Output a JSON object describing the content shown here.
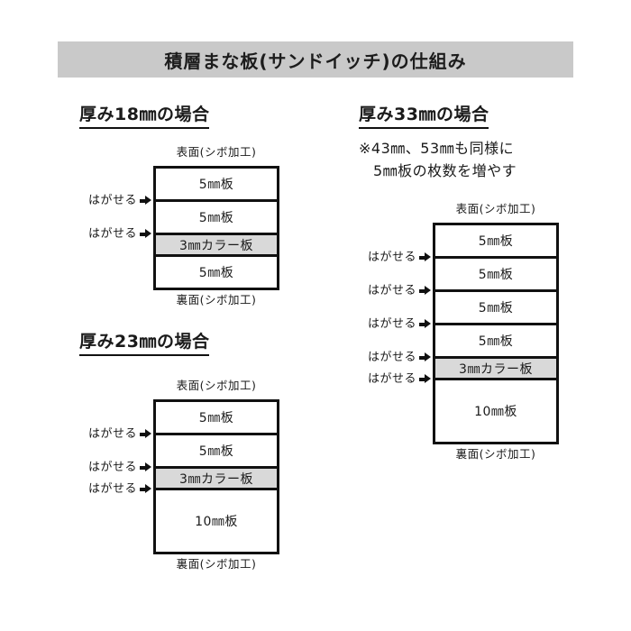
{
  "title": "積層まな板(サンドイッチ)の仕組み",
  "common": {
    "front_label": "表面(シボ加工)",
    "back_label": "裏面(シボ加工)",
    "peel_label": "はがせる"
  },
  "diagrams": [
    {
      "heading": "厚み18㎜の場合",
      "layers": [
        {
          "label": "5㎜板",
          "thickness_mm": 5,
          "type": "plain"
        },
        {
          "label": "5㎜板",
          "thickness_mm": 5,
          "type": "plain"
        },
        {
          "label": "3㎜カラー板",
          "thickness_mm": 3,
          "type": "color"
        },
        {
          "label": "5㎜板",
          "thickness_mm": 5,
          "type": "plain"
        }
      ],
      "peel_count": 2
    },
    {
      "heading": "厚み23㎜の場合",
      "layers": [
        {
          "label": "5㎜板",
          "thickness_mm": 5,
          "type": "plain"
        },
        {
          "label": "5㎜板",
          "thickness_mm": 5,
          "type": "plain"
        },
        {
          "label": "3㎜カラー板",
          "thickness_mm": 3,
          "type": "color"
        },
        {
          "label": "10㎜板",
          "thickness_mm": 10,
          "type": "plain"
        }
      ],
      "peel_count": 3
    },
    {
      "heading": "厚み33㎜の場合",
      "note_line1": "※43㎜、53㎜も同様に",
      "note_line2": "5㎜板の枚数を増やす",
      "layers": [
        {
          "label": "5㎜板",
          "thickness_mm": 5,
          "type": "plain"
        },
        {
          "label": "5㎜板",
          "thickness_mm": 5,
          "type": "plain"
        },
        {
          "label": "5㎜板",
          "thickness_mm": 5,
          "type": "plain"
        },
        {
          "label": "5㎜板",
          "thickness_mm": 5,
          "type": "plain"
        },
        {
          "label": "3㎜カラー板",
          "thickness_mm": 3,
          "type": "color"
        },
        {
          "label": "10㎜板",
          "thickness_mm": 10,
          "type": "plain"
        }
      ],
      "peel_count": 5
    }
  ],
  "colors": {
    "banner_bg": "#c9c9c9",
    "color_layer_bg": "#d9d9d9",
    "line": "#111111",
    "text": "#1a1a1a"
  }
}
